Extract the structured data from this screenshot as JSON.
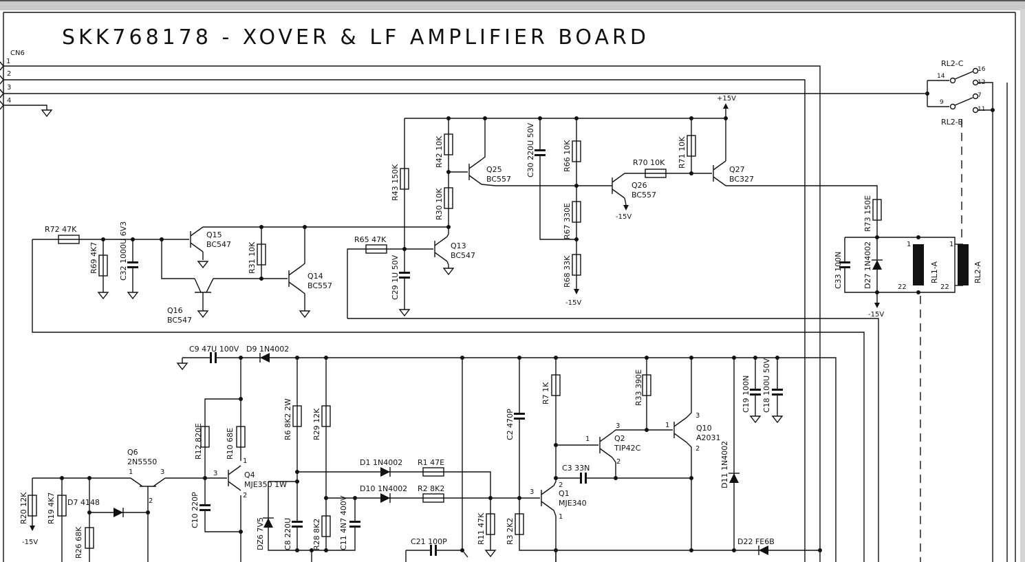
{
  "title": "SKK768178 - XOVER & LF AMPLIFIER BOARD",
  "connector": {
    "name": "CN6",
    "pins": [
      "1",
      "2",
      "3",
      "4"
    ]
  },
  "rails": {
    "plus15": "+15V",
    "minus15": "-15V"
  },
  "components": [
    {
      "ref": "R72",
      "value": "47K"
    },
    {
      "ref": "R69",
      "value": "4K7"
    },
    {
      "ref": "C32",
      "value": "1000U 6V3"
    },
    {
      "ref": "Q15",
      "value": "BC547"
    },
    {
      "ref": "R31",
      "value": "10K"
    },
    {
      "ref": "Q14",
      "value": "BC557"
    },
    {
      "ref": "Q16",
      "value": "BC547"
    },
    {
      "ref": "R43",
      "value": "150K"
    },
    {
      "ref": "R42",
      "value": "10K"
    },
    {
      "ref": "R30",
      "value": "10K"
    },
    {
      "ref": "Q25",
      "value": "BC557"
    },
    {
      "ref": "R65",
      "value": "47K"
    },
    {
      "ref": "Q13",
      "value": "BC547"
    },
    {
      "ref": "C29",
      "value": "1U 50V"
    },
    {
      "ref": "C30",
      "value": "220U 50V"
    },
    {
      "ref": "R66",
      "value": "10K"
    },
    {
      "ref": "R67",
      "value": "330E"
    },
    {
      "ref": "R68",
      "value": "33K"
    },
    {
      "ref": "R70",
      "value": "10K"
    },
    {
      "ref": "R71",
      "value": "10K"
    },
    {
      "ref": "Q26",
      "value": "BC557"
    },
    {
      "ref": "Q27",
      "value": "BC327"
    },
    {
      "ref": "R73",
      "value": "150E"
    },
    {
      "ref": "C33",
      "value": "100N"
    },
    {
      "ref": "D27",
      "value": "1N4002"
    },
    {
      "ref": "RL1-A",
      "value": ""
    },
    {
      "ref": "RL2-A",
      "value": ""
    },
    {
      "ref": "RL2-C",
      "value": ""
    },
    {
      "ref": "RL2-B",
      "value": ""
    },
    {
      "ref": "C9",
      "value": "47U 100V"
    },
    {
      "ref": "D9",
      "value": "1N4002"
    },
    {
      "ref": "R12",
      "value": "820E"
    },
    {
      "ref": "R10",
      "value": "68E"
    },
    {
      "ref": "Q6",
      "value": "2N5550"
    },
    {
      "ref": "Q4",
      "value": "MJE350 1W"
    },
    {
      "ref": "R20",
      "value": "12K"
    },
    {
      "ref": "R19",
      "value": "4K7"
    },
    {
      "ref": "D7",
      "value": "4148"
    },
    {
      "ref": "R26",
      "value": "68K"
    },
    {
      "ref": "C10",
      "value": "220P"
    },
    {
      "ref": "R6",
      "value": "8K2 2W"
    },
    {
      "ref": "R29",
      "value": "12K"
    },
    {
      "ref": "D1",
      "value": "1N4002"
    },
    {
      "ref": "R1",
      "value": "47E"
    },
    {
      "ref": "D10",
      "value": "1N4002"
    },
    {
      "ref": "R2",
      "value": "8K2"
    },
    {
      "ref": "DZ6",
      "value": "7V5"
    },
    {
      "ref": "C8",
      "value": "220U"
    },
    {
      "ref": "R28",
      "value": "8K2"
    },
    {
      "ref": "C11",
      "value": "4N7 400V"
    },
    {
      "ref": "C21",
      "value": "100P"
    },
    {
      "ref": "R11",
      "value": "47K"
    },
    {
      "ref": "R3",
      "value": "2K2"
    },
    {
      "ref": "C2",
      "value": "470P"
    },
    {
      "ref": "R7",
      "value": "1K"
    },
    {
      "ref": "R33",
      "value": "390E"
    },
    {
      "ref": "Q2",
      "value": "TIP42C"
    },
    {
      "ref": "Q10",
      "value": "A2031"
    },
    {
      "ref": "C3",
      "value": "33N"
    },
    {
      "ref": "Q1",
      "value": "MJE340"
    },
    {
      "ref": "D11",
      "value": "1N4002"
    },
    {
      "ref": "C19",
      "value": "100N"
    },
    {
      "ref": "C18",
      "value": "100U 50V"
    },
    {
      "ref": "D22",
      "value": "FE6B"
    }
  ],
  "pin_labels": {
    "relay_contacts": [
      "14",
      "16",
      "12",
      "9",
      "7",
      "11"
    ],
    "coil_pins": [
      "1",
      "22"
    ],
    "transistor_pins": [
      "1",
      "2",
      "3"
    ]
  }
}
